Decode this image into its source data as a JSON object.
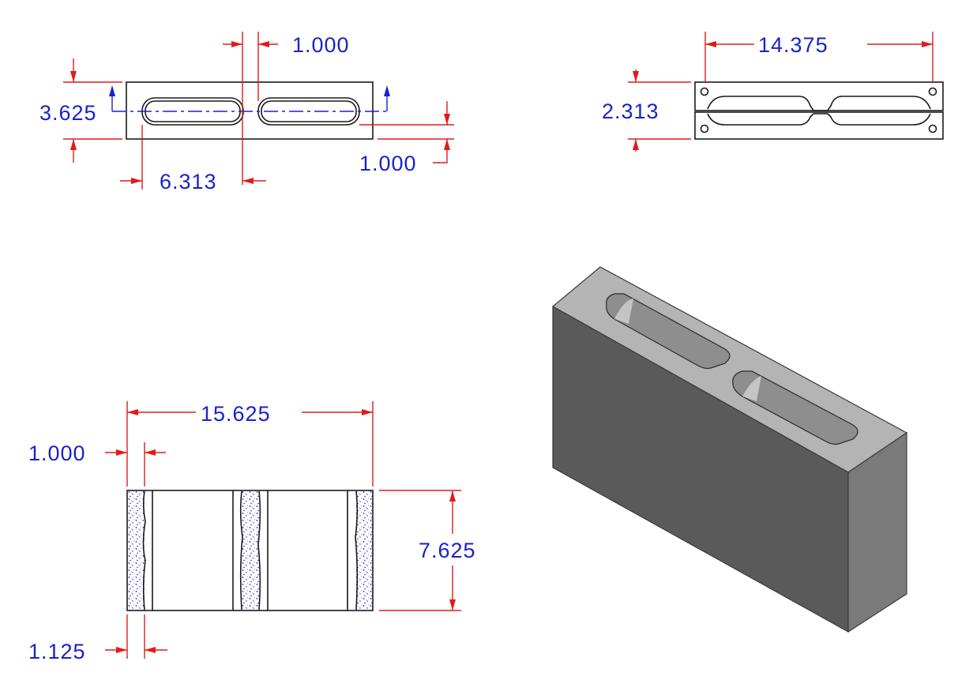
{
  "drawing": {
    "top_view": {
      "dim_slot_gap": "1.000",
      "dim_width": "3.625",
      "dim_slot_offset": "1.000",
      "dim_slot_length": "6.313"
    },
    "end_view": {
      "dim_length": "14.375",
      "dim_height": "2.313"
    },
    "section_view": {
      "dim_overall_length": "15.625",
      "dim_inner_shell": "1.000",
      "dim_outer_shell": "1.125",
      "dim_height": "7.625"
    },
    "iso_view": {
      "top_color": "#b4b4b4",
      "front_color": "#5a5a5a",
      "side_color": "#7a7a7a",
      "core_color": "#9a9a9a"
    },
    "colors": {
      "dimension_text": "#1a22c9",
      "dimension_lines": "#e01b1b",
      "object_lines": "#1a1a1a",
      "stipple": "#1a22c9"
    }
  }
}
